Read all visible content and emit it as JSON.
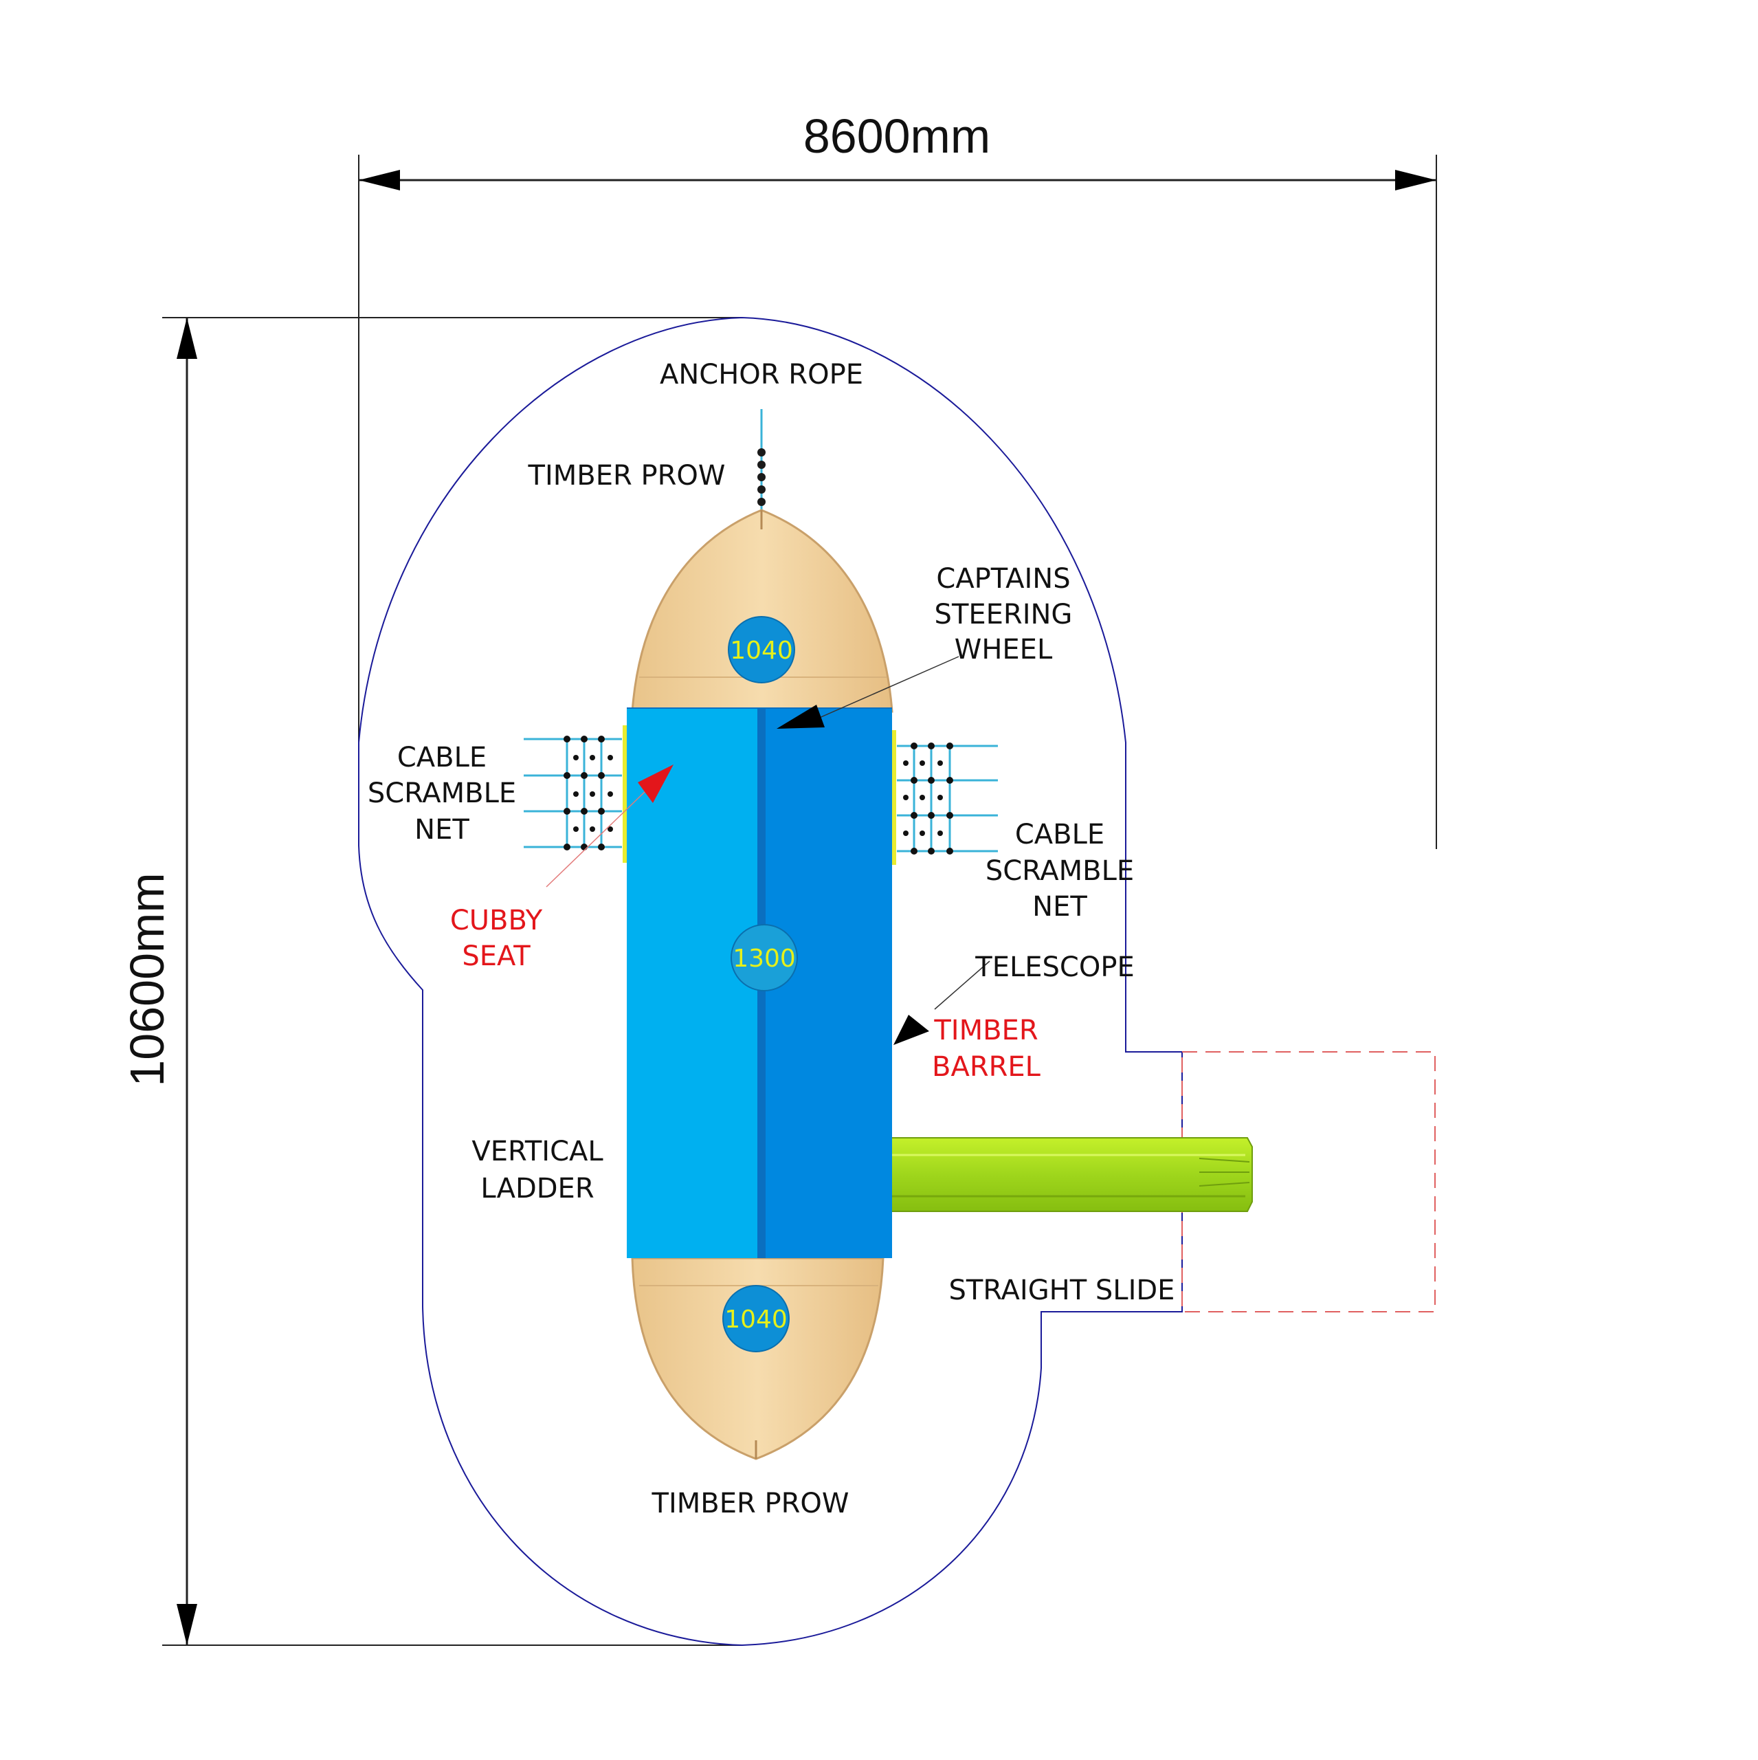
{
  "dimensions": {
    "width_label": "8600mm",
    "height_label": "10600mm"
  },
  "labels": {
    "anchor_rope": "ANCHOR ROPE",
    "timber_prow_top": "TIMBER PROW",
    "captains_wheel": [
      "CAPTAINS",
      "STEERING",
      "WHEEL"
    ],
    "scramble_left": [
      "CABLE",
      "SCRAMBLE",
      "NET"
    ],
    "scramble_right": [
      "CABLE",
      "SCRAMBLE",
      "NET"
    ],
    "cubby_seat": [
      "CUBBY",
      "SEAT"
    ],
    "telescope": "TELESCOPE",
    "timber_barrel": [
      "TIMBER",
      "BARREL"
    ],
    "vertical_ladder": [
      "VERTICAL",
      "LADDER"
    ],
    "straight_slide": "STRAIGHT SLIDE",
    "timber_prow_bottom": "TIMBER PROW"
  },
  "badges": {
    "top_deck": "1040",
    "center_deck": "1300",
    "bottom_deck": "1040"
  },
  "colors": {
    "roof_left": "#00b0f0",
    "roof_right": "#0088e0",
    "timber": "#f0d09a",
    "slide": "#a8e020",
    "outline": "#1a1a99",
    "annotation_red": "#e3161b",
    "badge_text": "#e6f01a"
  }
}
